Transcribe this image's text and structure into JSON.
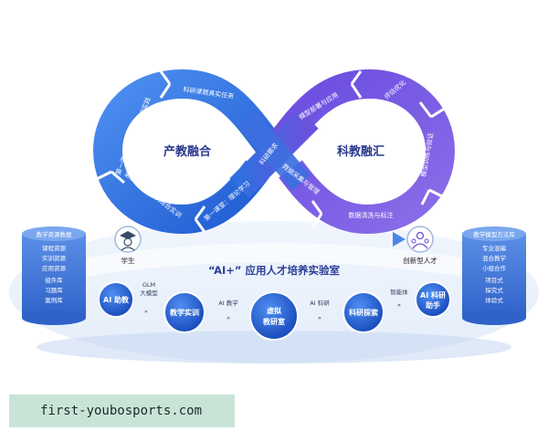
{
  "loop": {
    "left_title": "产教融合",
    "right_title": "科教融汇",
    "arrows": {
      "top_left": "科研课题真实任务",
      "left_outer": "第一课堂：数智孪生知识实践",
      "left_lower": "第二课堂：案例综合实训",
      "center_inner": "第一课堂：理论学习",
      "cross_up": "科研需求",
      "cross_down": "数据采集与管理",
      "right_top_left": "模型部署与应用",
      "right_top": "评估优化",
      "right_right": "模型训练与验证",
      "right_bottom": "数据清洗与标注"
    }
  },
  "people": {
    "student": "学生",
    "talent": "创新型人才"
  },
  "lab_title": "“AI+” 应用人才培养实验室",
  "left_db": {
    "header": "教学资源数据",
    "items": [
      "课程资源",
      "实训资源",
      "应用资源",
      "组件库",
      "习题库",
      "案例库"
    ]
  },
  "right_db": {
    "header": "教学模型方法库",
    "items": [
      "专业混编",
      "混合教学",
      "小组合作",
      "项目式",
      "探究式",
      "体验式"
    ]
  },
  "nodes": {
    "ai_assist": "AI 助教",
    "practice": "教学实训",
    "virtual_lab_1": "虚拟",
    "virtual_lab_2": "教研室",
    "research": "科研探索",
    "ai_research_1": "AI 科研",
    "ai_research_2": "助手"
  },
  "connectors": {
    "glm_1": "GLM",
    "glm_2": "大模型",
    "ai_teaching": "AI 教学",
    "ai_research": "AI 科研",
    "agent": "智能体"
  },
  "watermark": "first-youbosports.com",
  "colors": {
    "loop_left": "#2f6fe0",
    "loop_right": "#6b4fd8",
    "node_blue": "#1f5fd6",
    "db_blue": "#3f78d8"
  }
}
